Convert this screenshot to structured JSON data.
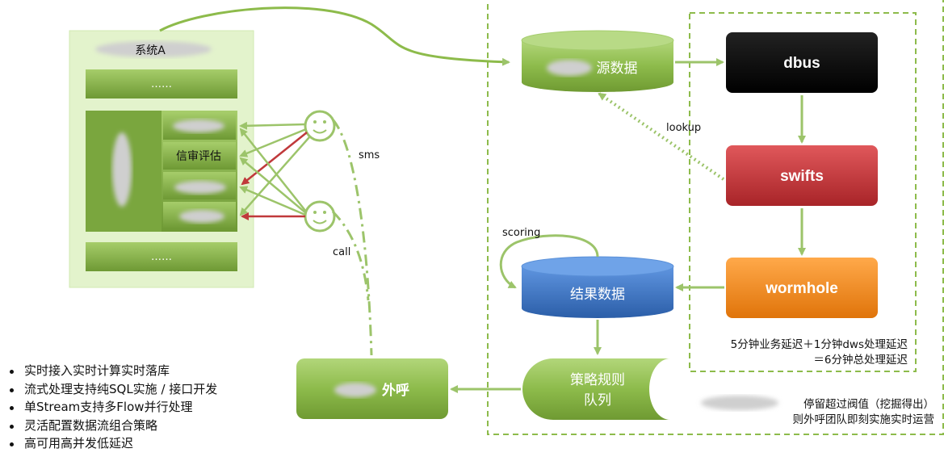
{
  "system": {
    "title": "系统A",
    "top_item": "……",
    "bottom_item": "……",
    "modules": [
      "",
      "信审评估",
      "",
      ""
    ]
  },
  "source": {
    "label": "源数据"
  },
  "result": {
    "label": "结果数据"
  },
  "strategy": {
    "label_line1": "策略规则",
    "label_line2": "队列"
  },
  "outcall": {
    "label": "外呼"
  },
  "pipeline": {
    "dbus": "dbus",
    "swifts": "swifts",
    "wormhole": "wormhole"
  },
  "labels": {
    "lookup": "lookup",
    "scoring": "scoring",
    "sms": "sms",
    "call": "call"
  },
  "latency_note": {
    "line1": "5分钟业务延迟＋1分钟dws处理延迟",
    "line2": "＝6分钟总处理延迟"
  },
  "threshold_note": {
    "line1": "停留超过阀值（挖掘得出）",
    "line2": "则外呼团队即刻实施实时运营"
  },
  "bullets": [
    "实时接入实时计算实时落库",
    "流式处理支持纯SQL实施 / 接口开发",
    "单Stream支持多Flow并行处理",
    "灵活配置数据流组合策略",
    "高可用高并发低延迟"
  ],
  "colors": {
    "green": "#8dbb4b",
    "green_dark": "#6f9a32",
    "blue": "#3a74c4",
    "black": "#000000",
    "red": "#c8363a",
    "orange": "#f08a1c",
    "arrow_green": "#9cc46a",
    "arrow_red": "#c0393b",
    "dash_green": "#8dbb4b"
  }
}
